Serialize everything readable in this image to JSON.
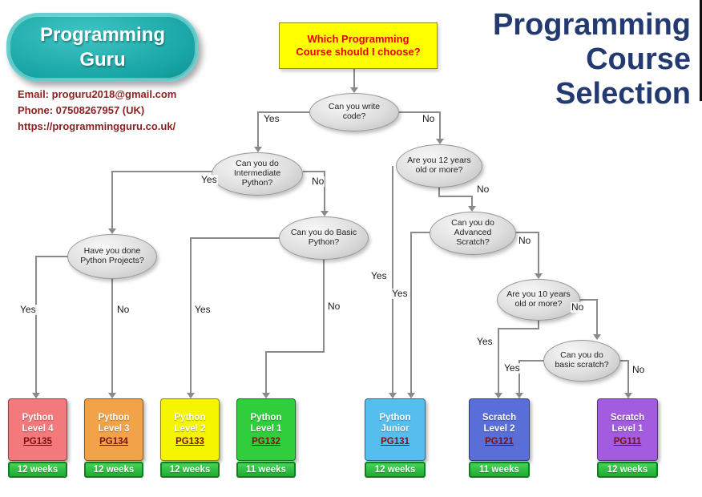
{
  "logo": {
    "line1": "Programming",
    "line2": "Guru"
  },
  "contact": {
    "email": "Email: proguru2018@gmail.com",
    "phone": "Phone: 07508267957 (UK)",
    "website": "https://programmingguru.co.uk/"
  },
  "title": {
    "line1": "Programming",
    "line2": "Course",
    "line3": "Selection"
  },
  "start": {
    "question": "Which Programming Course should I choose?"
  },
  "decisions": [
    {
      "id": "write-code",
      "text": "Can you write code?"
    },
    {
      "id": "intermediate-python",
      "text": "Can you do Intermediate Python?"
    },
    {
      "id": "age-12",
      "text": "Are you 12 years old or more?"
    },
    {
      "id": "basic-python",
      "text": "Can you do Basic Python?"
    },
    {
      "id": "advanced-scratch",
      "text": "Can you do Advanced Scratch?"
    },
    {
      "id": "age-10",
      "text": "Are you 10 years old or more?"
    },
    {
      "id": "basic-scratch",
      "text": "Can you do basic scratch?"
    },
    {
      "id": "python-projects",
      "text": "Have you done Python Projects?"
    }
  ],
  "edge_labels": {
    "yes": "Yes",
    "no": "No"
  },
  "courses": [
    {
      "title": "Python Level 4",
      "code": "PG135",
      "duration": "12 weeks",
      "color": "#F4797C"
    },
    {
      "title": "Python Level 3",
      "code": "PG134",
      "duration": "12 weeks",
      "color": "#F2A348"
    },
    {
      "title": "Python Level 2",
      "code": "PG133",
      "duration": "12 weeks",
      "color": "#F5F500"
    },
    {
      "title": "Python Level 1",
      "code": "PG132",
      "duration": "11 weeks",
      "color": "#2FCE3D"
    },
    {
      "title": "Python Junior",
      "code": "PG131",
      "duration": "12 weeks",
      "color": "#56BEEF"
    },
    {
      "title": "Scratch Level 2",
      "code": "PG121",
      "duration": "11 weeks",
      "color": "#5A6ED8"
    },
    {
      "title": "Scratch Level 1",
      "code": "PG111",
      "duration": "12 weeks",
      "color": "#A35BE0"
    }
  ],
  "colors": {
    "weeks_green": "linear-gradient(#44d455,#22aa33)",
    "question_bg": "#FFFF00",
    "title_navy": "#233a70",
    "logo_teal": "#18a5a5"
  }
}
